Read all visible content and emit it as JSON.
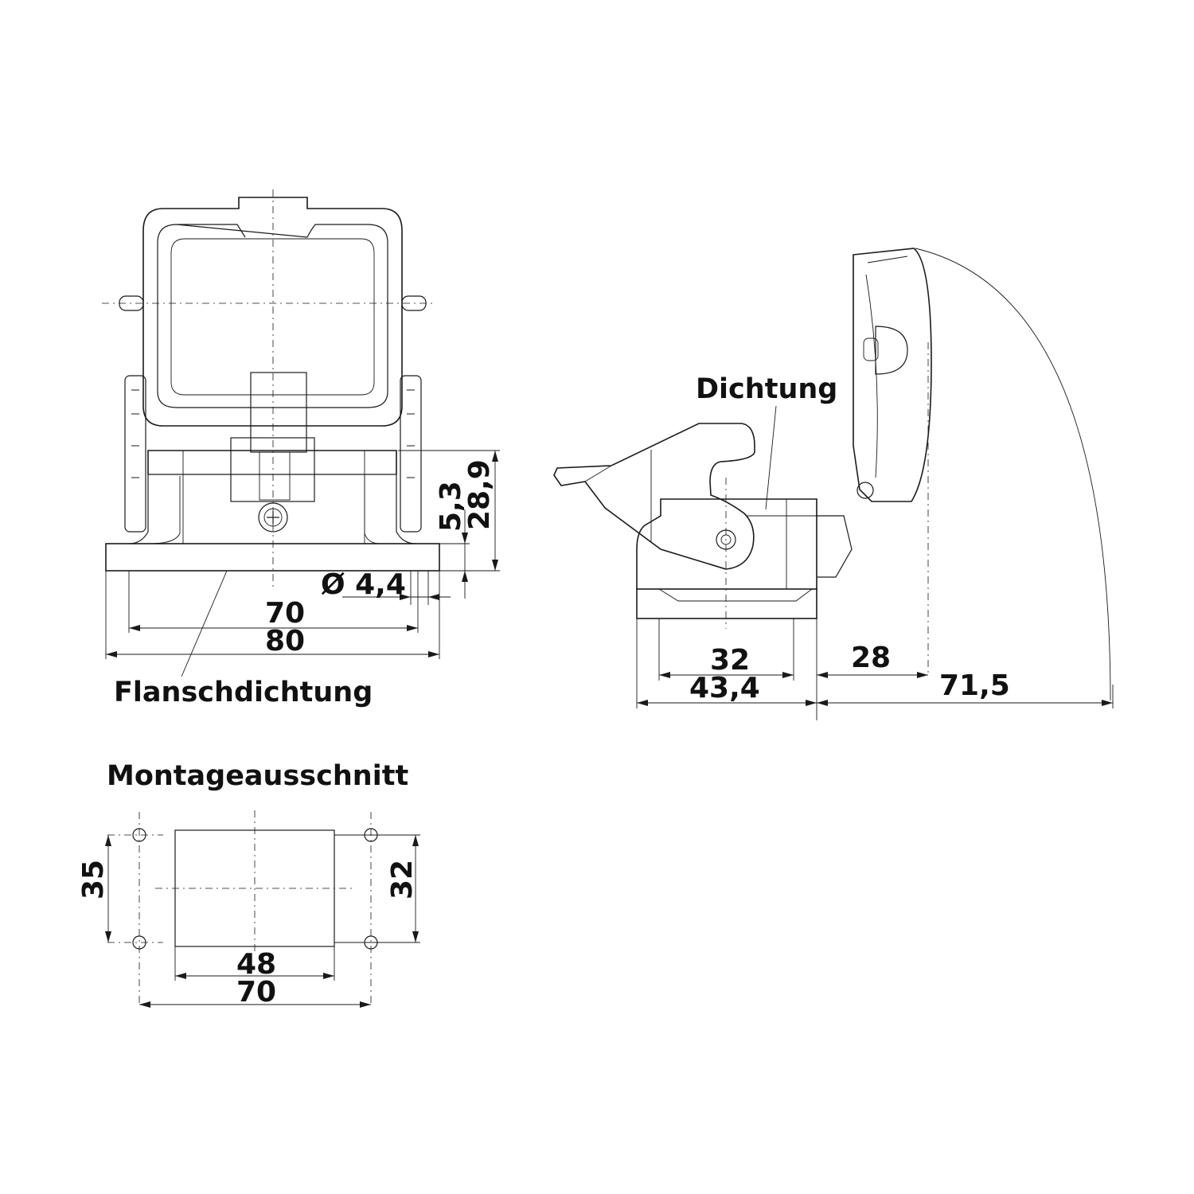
{
  "labels": {
    "flange_seal": "Flanschdichtung",
    "seal": "Dichtung",
    "mounting_cutout": "Montageausschnitt"
  },
  "dimensions": {
    "front": {
      "hole_diameter": "Ø 4,4",
      "hole_spacing": "70",
      "flange_width": "80",
      "flange_height": "5,3",
      "total_height": "28,9"
    },
    "side": {
      "base_inner": "32",
      "base_outer": "43,4",
      "lever_offset": "28",
      "open_reach": "71,5"
    },
    "cutout": {
      "hole_pitch_vertical": "35",
      "opening_height": "32",
      "opening_width": "48",
      "hole_pitch_horizontal": "70"
    }
  }
}
